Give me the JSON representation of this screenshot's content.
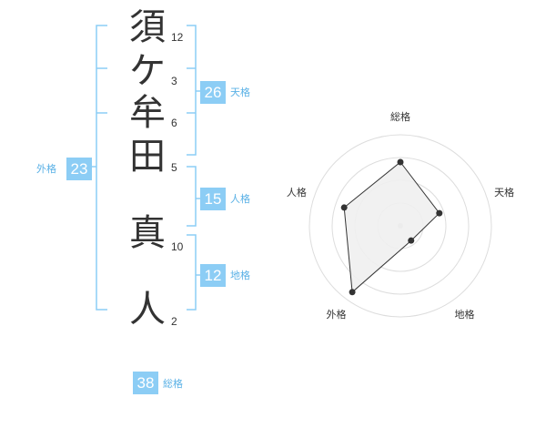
{
  "accent_color": "#5ab1e6",
  "box_color": "#8ccdf5",
  "name_chars": [
    {
      "char": "須",
      "strokes": "12"
    },
    {
      "char": "ケ",
      "strokes": "3"
    },
    {
      "char": "牟",
      "strokes": "6"
    },
    {
      "char": "田",
      "strokes": "5"
    },
    {
      "char": "真",
      "strokes": "10"
    },
    {
      "char": "人",
      "strokes": "2"
    }
  ],
  "kakusu": {
    "tenkaku": {
      "value": "26",
      "label": "天格"
    },
    "jinkaku": {
      "value": "15",
      "label": "人格"
    },
    "chikaku": {
      "value": "12",
      "label": "地格"
    },
    "gaikaku": {
      "value": "23",
      "label": "外格"
    },
    "soukaku": {
      "value": "38",
      "label": "総格"
    }
  },
  "chart_data": {
    "type": "radar",
    "axes": [
      "総格",
      "天格",
      "地格",
      "外格",
      "人格"
    ],
    "values": [
      0.7,
      0.45,
      0.2,
      0.9,
      0.65
    ],
    "rings": 4
  }
}
